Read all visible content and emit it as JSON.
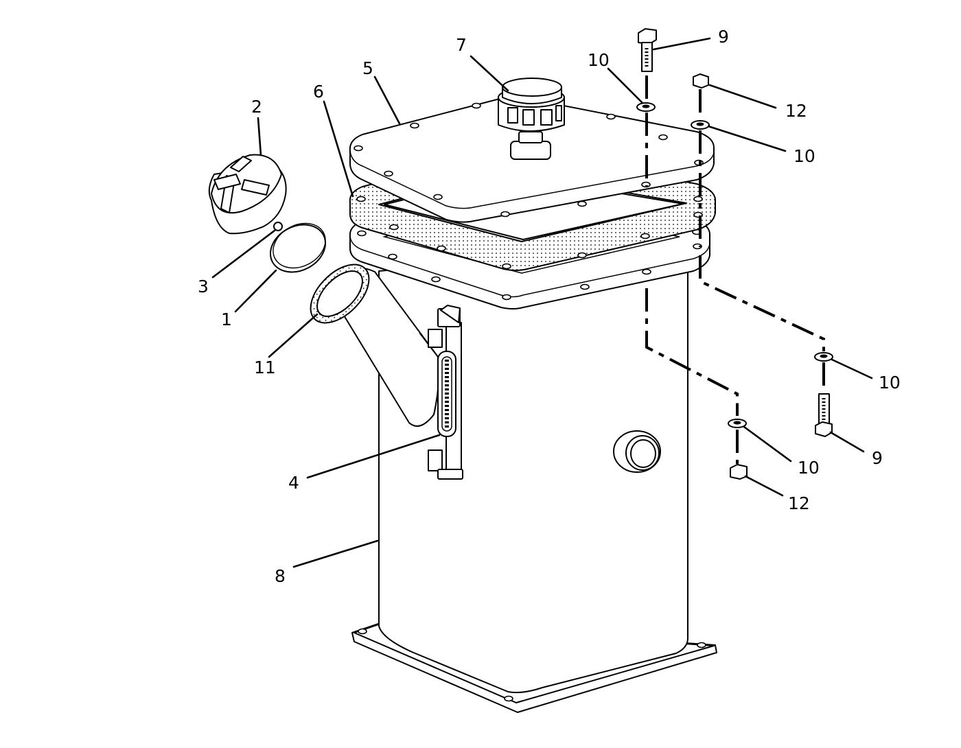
{
  "callouts": [
    {
      "id": "c1",
      "text": "1"
    },
    {
      "id": "c2",
      "text": "2"
    },
    {
      "id": "c3",
      "text": "3"
    },
    {
      "id": "c4",
      "text": "4"
    },
    {
      "id": "c5",
      "text": "5"
    },
    {
      "id": "c6",
      "text": "6"
    },
    {
      "id": "c7",
      "text": "7"
    },
    {
      "id": "c8",
      "text": "8"
    },
    {
      "id": "c9a",
      "text": "9"
    },
    {
      "id": "c9b",
      "text": "9"
    },
    {
      "id": "c10a",
      "text": "10"
    },
    {
      "id": "c10b",
      "text": "10"
    },
    {
      "id": "c10c",
      "text": "10"
    },
    {
      "id": "c10d",
      "text": "10"
    },
    {
      "id": "c11",
      "text": "11"
    },
    {
      "id": "c12a",
      "text": "12"
    },
    {
      "id": "c12b",
      "text": "12"
    }
  ],
  "colors": {
    "ink": "#000000",
    "paper": "#ffffff"
  }
}
